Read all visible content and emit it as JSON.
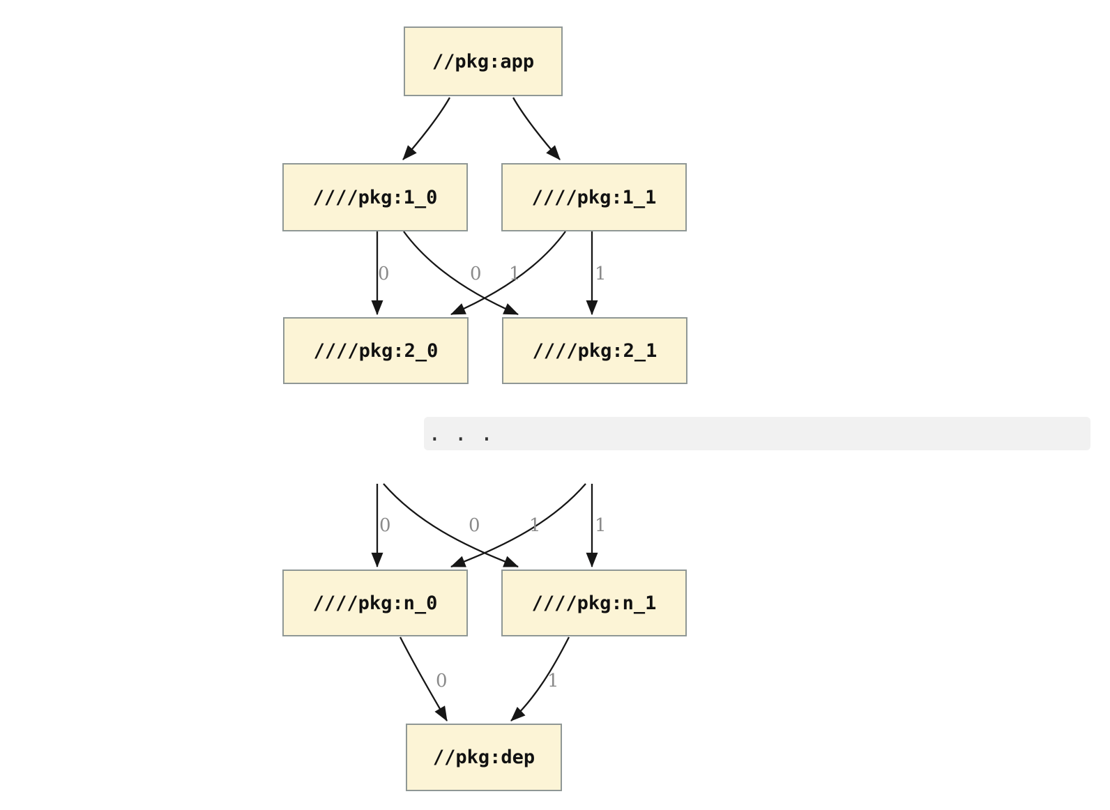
{
  "colors": {
    "node_fill": "#fcf4d6",
    "node_border": "#8f9795",
    "edge": "#161616",
    "edge_label": "#8a8a8a",
    "code_band_bg": "#f1f1f1",
    "code_text": "#333333",
    "background": "#ffffff"
  },
  "nodes": {
    "app": "//pkg:app",
    "n1_0": "////pkg:1_0",
    "n1_1": "////pkg:1_1",
    "n2_0": "////pkg:2_0",
    "n2_1": "////pkg:2_1",
    "nn_0": "////pkg:n_0",
    "nn_1": "////pkg:n_1",
    "dep": "//pkg:dep"
  },
  "edge_labels": {
    "u1": "0",
    "u2": "0",
    "u3": "1",
    "u4": "1",
    "m1": "0",
    "m2": "0",
    "m3": "1",
    "m4": "1",
    "d1": "0",
    "d2": "1"
  },
  "ellipsis": ". . ."
}
